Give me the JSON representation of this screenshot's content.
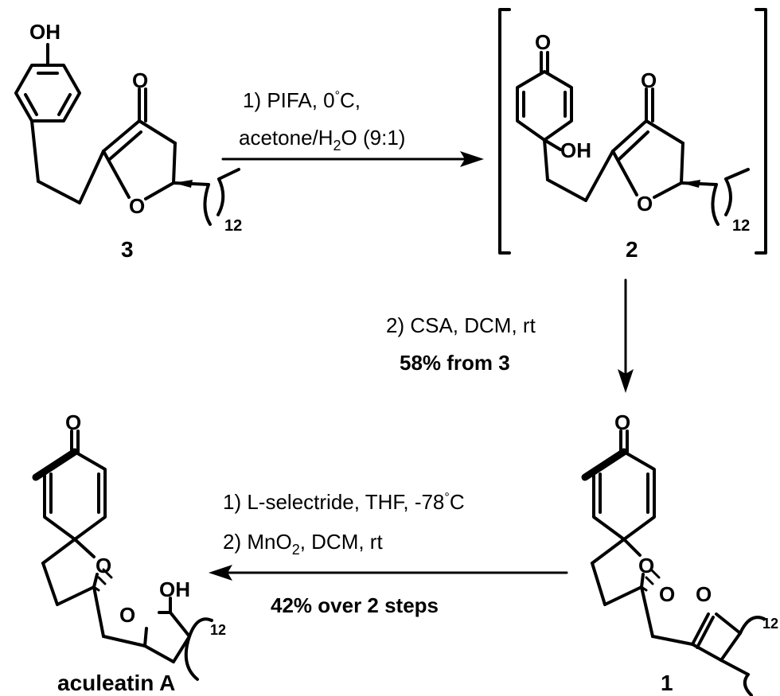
{
  "compounds": {
    "c3": {
      "label": "3",
      "atoms": {
        "oh": "OH",
        "o_ring": "O",
        "o_ketone": "O",
        "chain_n": "12"
      }
    },
    "c2": {
      "label": "2",
      "atoms": {
        "o_top": "O",
        "oh": "OH",
        "o_ketone": "O",
        "o_ring": "O",
        "chain_n": "12"
      }
    },
    "c1": {
      "label": "1",
      "atoms": {
        "o_top": "O",
        "o_spiro": "O",
        "o_pyran": "O",
        "o_ketone": "O",
        "chain_n": "12"
      }
    },
    "aculeatin": {
      "label": "aculeatin A",
      "atoms": {
        "o_top": "O",
        "o_spiro": "O",
        "o_pyran": "O",
        "oh": "OH",
        "chain_n": "12"
      }
    }
  },
  "steps": {
    "step1": {
      "line1": "1) PIFA, 0",
      "line1_unit": "C,",
      "line2_a": "acetone/H",
      "line2_sub": "2",
      "line2_b": "O (9:1)"
    },
    "step2": {
      "line1": "2) CSA, DCM, rt",
      "line2": "58% from 3"
    },
    "step3": {
      "line1_a": "1) L-selectride, THF, -78",
      "line1_unit": "C",
      "line2_a": "2) MnO",
      "line2_sub": "2",
      "line2_b": ", DCM, rt",
      "line3": "42% over 2 steps"
    }
  },
  "degree_symbol": "°"
}
